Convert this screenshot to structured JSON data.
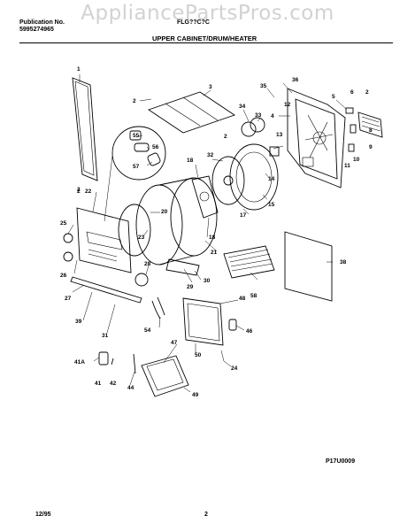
{
  "watermark": "AppliancePartsPros.com",
  "header": {
    "publication_label": "Publication No.",
    "publication_number": "5995274965",
    "model": "FLG??C?C",
    "section_title": "UPPER CABINET/DRUM/HEATER"
  },
  "footer": {
    "date": "12/95",
    "page": "2",
    "drawing_code": "P17U0009"
  },
  "callouts": [
    "1",
    "2",
    "3",
    "36",
    "35",
    "34",
    "33",
    "5",
    "6",
    "2",
    "4",
    "12",
    "13",
    "55",
    "56",
    "57",
    "18",
    "2",
    "32",
    "2",
    "8",
    "9",
    "11",
    "10",
    "14",
    "15",
    "17",
    "2",
    "22",
    "20",
    "25",
    "23",
    "18",
    "21",
    "28",
    "58",
    "30",
    "26",
    "27",
    "29",
    "39",
    "31",
    "54",
    "48",
    "38",
    "46",
    "50",
    "47",
    "24",
    "41A",
    "41",
    "42",
    "44",
    "49"
  ]
}
